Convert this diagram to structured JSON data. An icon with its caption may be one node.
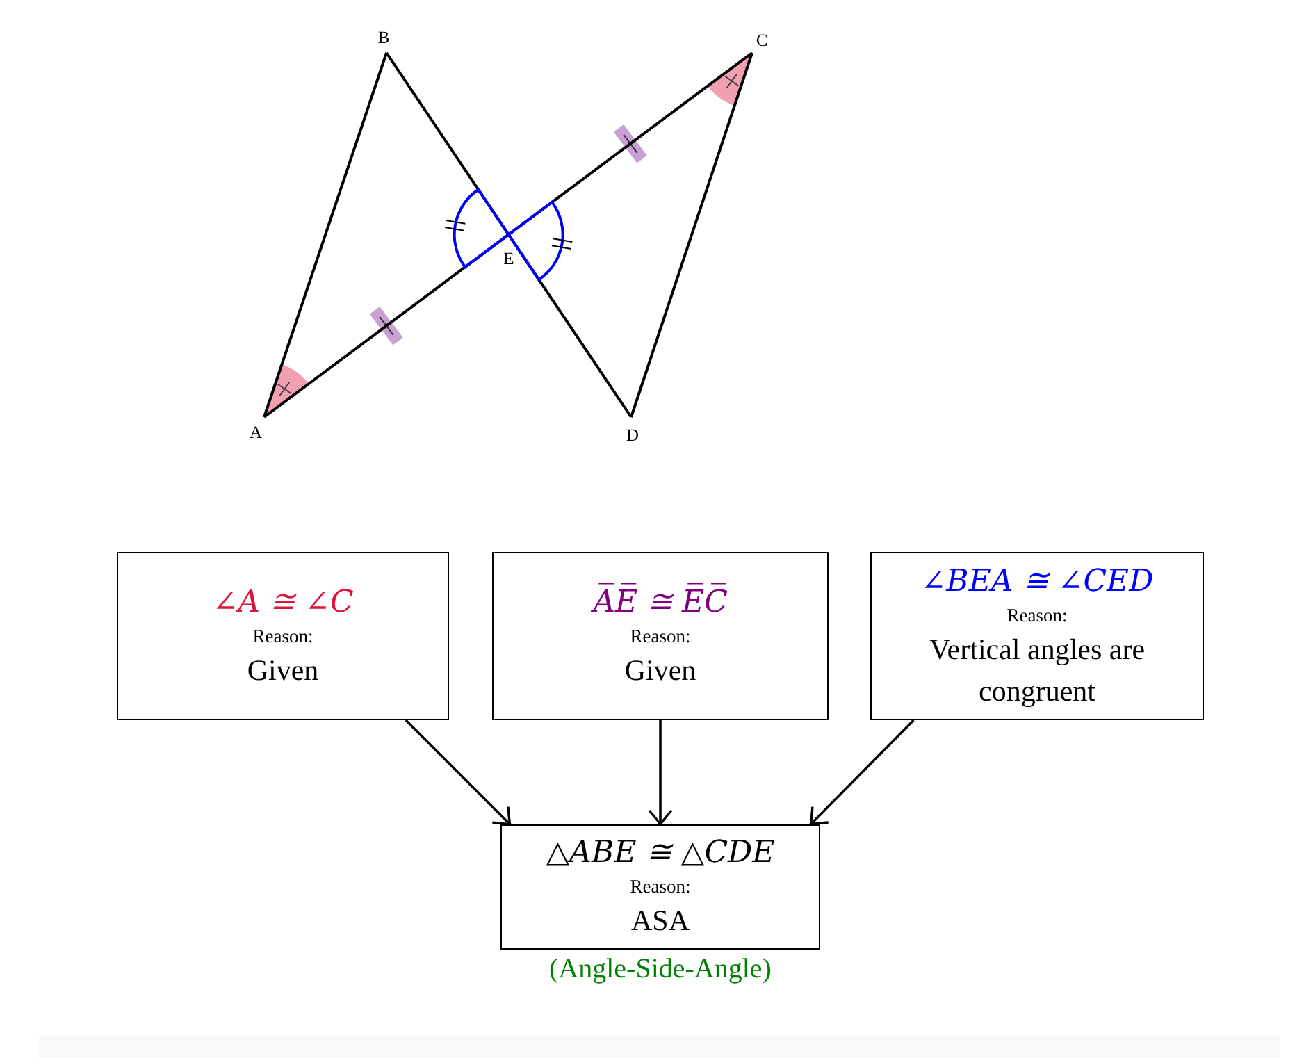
{
  "diagram": {
    "nodes": [
      {
        "text": [
          "∠A ≅ ∠C",
          "Reason:",
          "Given"
        ]
      },
      {
        "text": [
          "A̅E̅ ≅ E̅C̅",
          "Reason:",
          "Given"
        ]
      },
      {
        "text": [
          "∠BEA ≅ ∠CED",
          "Reason:",
          "Vertical angles are congruent"
        ]
      },
      {
        "text": [
          "△ABE ≅ △CDE",
          "Reason:",
          "ASA"
        ],
        "beside": [
          "(Angle-Side-Angle)"
        ]
      }
    ],
    "edges": [
      {
        "from": 0,
        "to": 3,
        "arrow": "to"
      },
      {
        "from": 1,
        "to": 3,
        "arrow": "to"
      },
      {
        "from": 2,
        "to": 3,
        "arrow": "to"
      }
    ],
    "labels": [
      "B",
      "C",
      "E",
      "A",
      "D"
    ]
  }
}
